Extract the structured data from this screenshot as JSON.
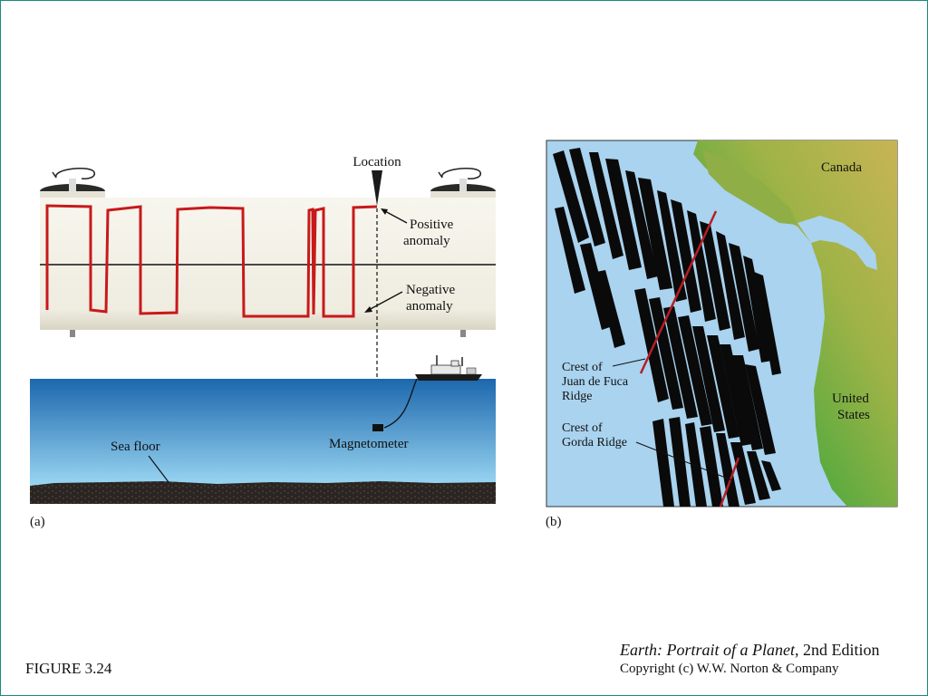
{
  "panel_a": {
    "location_label": "Location",
    "positive_label": [
      "Positive",
      "anomaly"
    ],
    "negative_label": [
      "Negative",
      "anomaly"
    ],
    "magnetometer_label": "Magnetometer",
    "sea_floor_label": "Sea floor",
    "panel_label": "(a)",
    "colors": {
      "trace": "#c8191b",
      "scroll": "#f2f0e6",
      "sea_top": "#1c67ad",
      "sea_bottom": "#8fd1f0",
      "floor": "#2b2724"
    }
  },
  "panel_b": {
    "canada_label": "Canada",
    "us_label": [
      "United",
      "States"
    ],
    "jdf_label": [
      "Crest of",
      "Juan de Fuca",
      "Ridge"
    ],
    "gorda_label": [
      "Crest of",
      "Gorda Ridge"
    ],
    "panel_label": "(b)",
    "colors": {
      "ocean": "#a9d3ef",
      "stripes": "#0a0a0a",
      "ridge": "#b51f24",
      "land_high": "#c9b55a",
      "land_low": "#2f9a3a"
    }
  },
  "figure_caption": "FIGURE 3.24",
  "credit": {
    "title_italic": "Earth: Portrait of a Planet",
    "edition": ", 2nd Edition",
    "copyright": "Copyright (c) W.W. Norton & Company"
  }
}
